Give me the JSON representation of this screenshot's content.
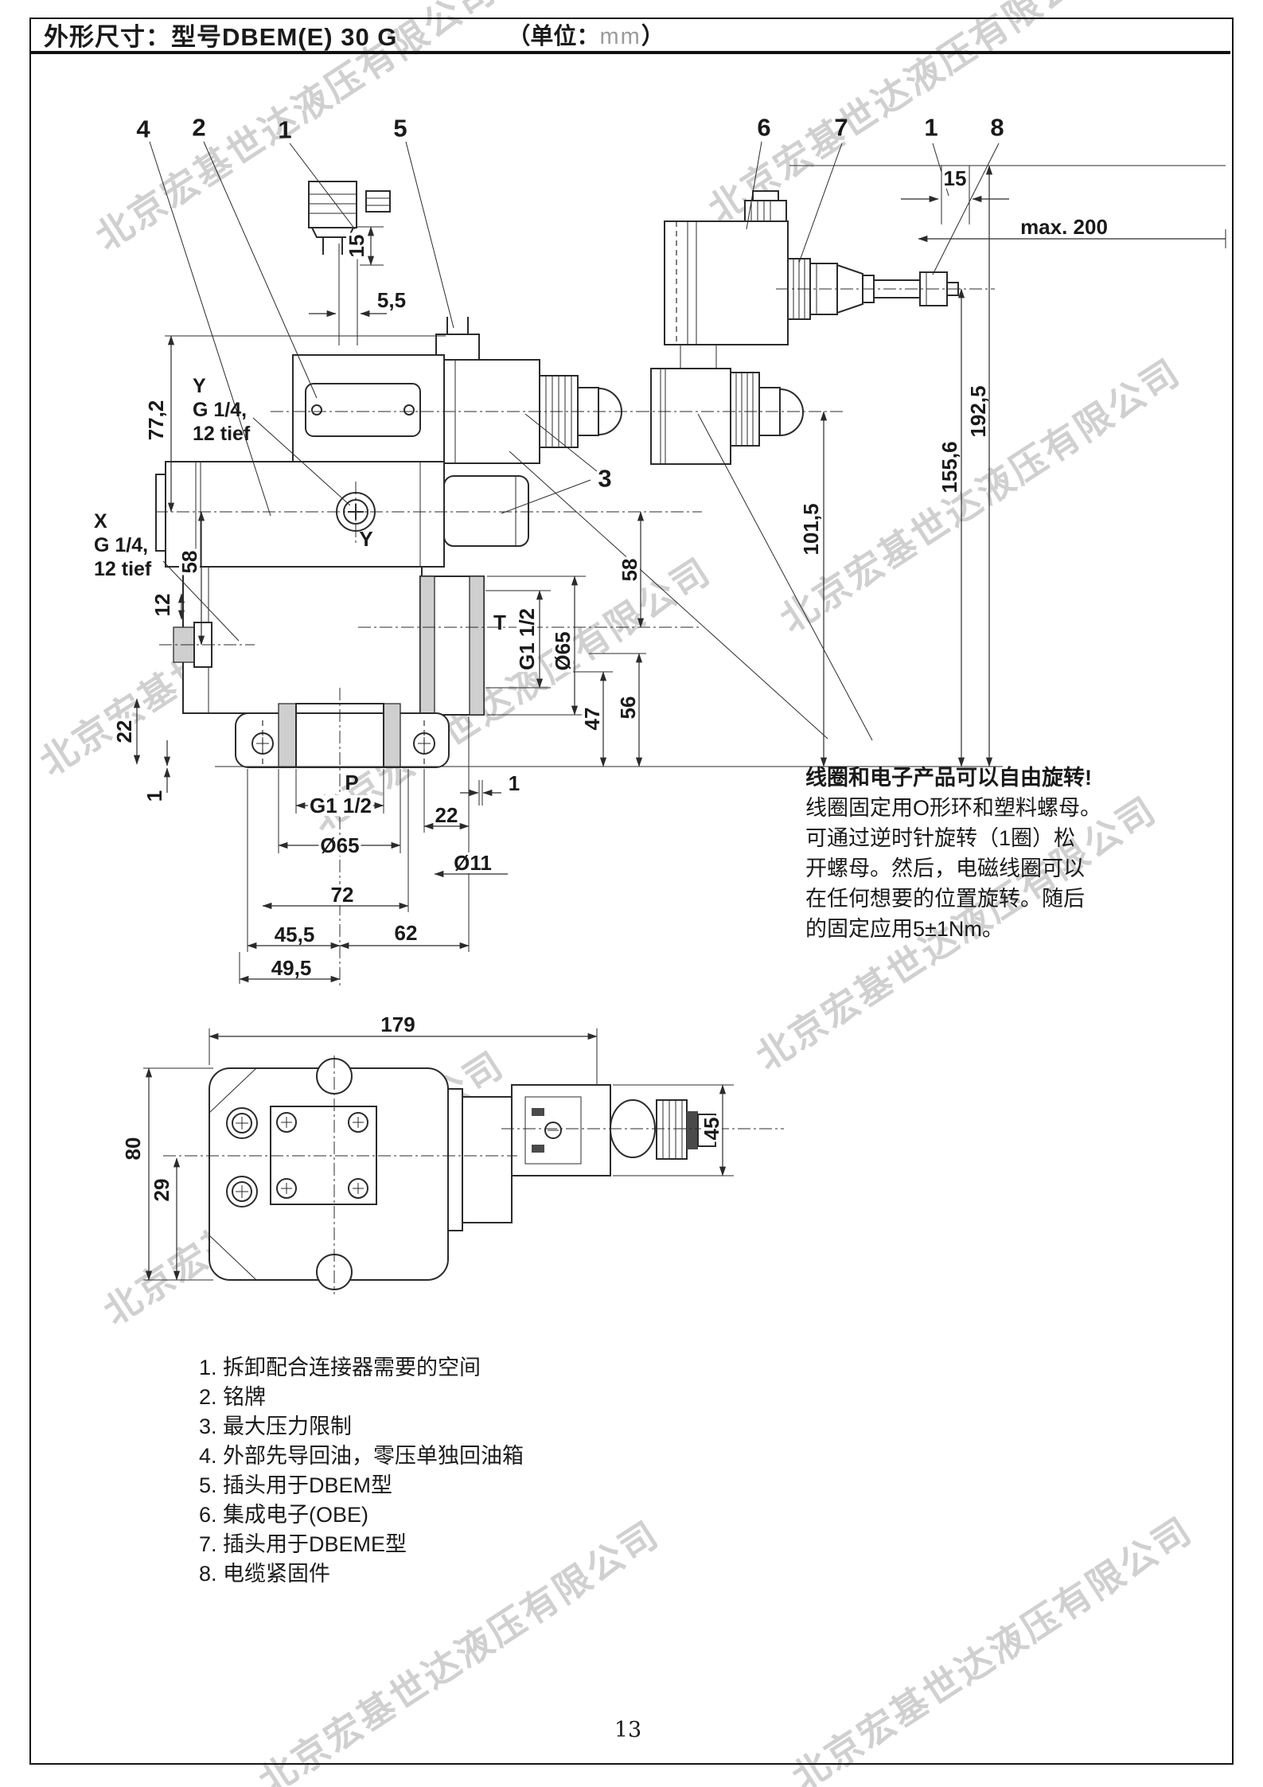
{
  "header": {
    "title": "外形尺寸：型号DBEM(E)  30 G",
    "unit_prefix": "（单位：",
    "unit_value": "mm",
    "unit_suffix": "）"
  },
  "watermark_text": "北京宏基世达液压有限公司",
  "callouts": {
    "c4": "4",
    "c2": "2",
    "c1_left": "1",
    "c5": "5",
    "c6": "6",
    "c7": "7",
    "c1_right": "1",
    "c8": "8",
    "c3": "3"
  },
  "dims_left": {
    "plug_space": "15",
    "offset": "5,5",
    "height_772": "77,2",
    "port_y": [
      "Y",
      "G 1/4,",
      "12 tief"
    ],
    "port_x": [
      "X",
      "G 1/4,",
      "12 tief"
    ],
    "h58": "58",
    "h12": "12",
    "h22": "22",
    "h1": "1",
    "axis_y": "Y",
    "port_p": "P",
    "p_thread": "G1 1/2",
    "p_dia": "Ø65",
    "w72": "72",
    "w455": "45,5",
    "w62": "62",
    "w495": "49,5",
    "w22": "22",
    "w1": "1",
    "bolt_dia": "Ø11",
    "port_t": "T",
    "t_thread": "G1 1/2",
    "t_dia": "Ø65",
    "h47": "47",
    "h56": "56",
    "h58_t": "58"
  },
  "dims_right": {
    "plug_space": "15",
    "cable": "max. 200",
    "h101": "101,5",
    "h155": "155,6",
    "h192": "192,5"
  },
  "dims_bottom": {
    "len": "179",
    "h80": "80",
    "h29": "29",
    "h45": "45"
  },
  "note": {
    "lines": [
      "线圈和电子产品可以自由旋转!",
      "线圈固定用O形环和塑料螺母。",
      "可通过逆时针旋转（1圈）松",
      "开螺母。然后，电磁线圈可以",
      "在任何想要的位置旋转。随后",
      "的固定应用5±1Nm。"
    ]
  },
  "legend": {
    "items": [
      "1. 拆卸配合连接器需要的空间",
      "2. 铭牌",
      "3. 最大压力限制",
      "4. 外部先导回油，零压单独回油箱",
      "5. 插头用于DBEM型",
      "6. 集成电子(OBE)",
      "7. 插头用于DBEME型",
      "8. 电缆紧固件"
    ]
  },
  "page_number": "13"
}
